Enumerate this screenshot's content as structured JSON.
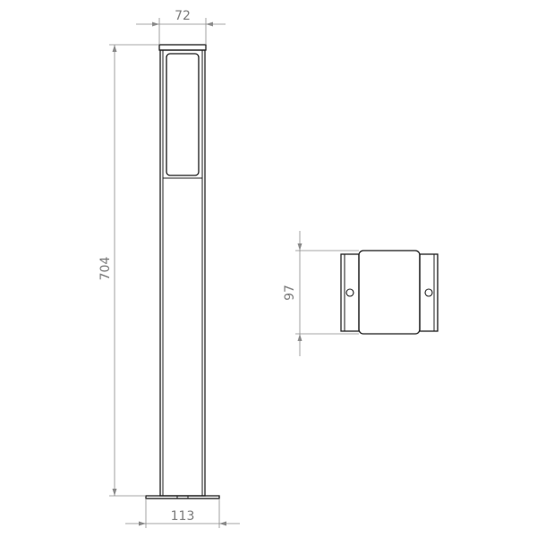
{
  "drawing": {
    "front_view": {
      "dimensions": {
        "top_width": "72",
        "height": "704",
        "base_width": "113"
      }
    },
    "top_view": {
      "dimensions": {
        "depth": "97"
      }
    }
  }
}
